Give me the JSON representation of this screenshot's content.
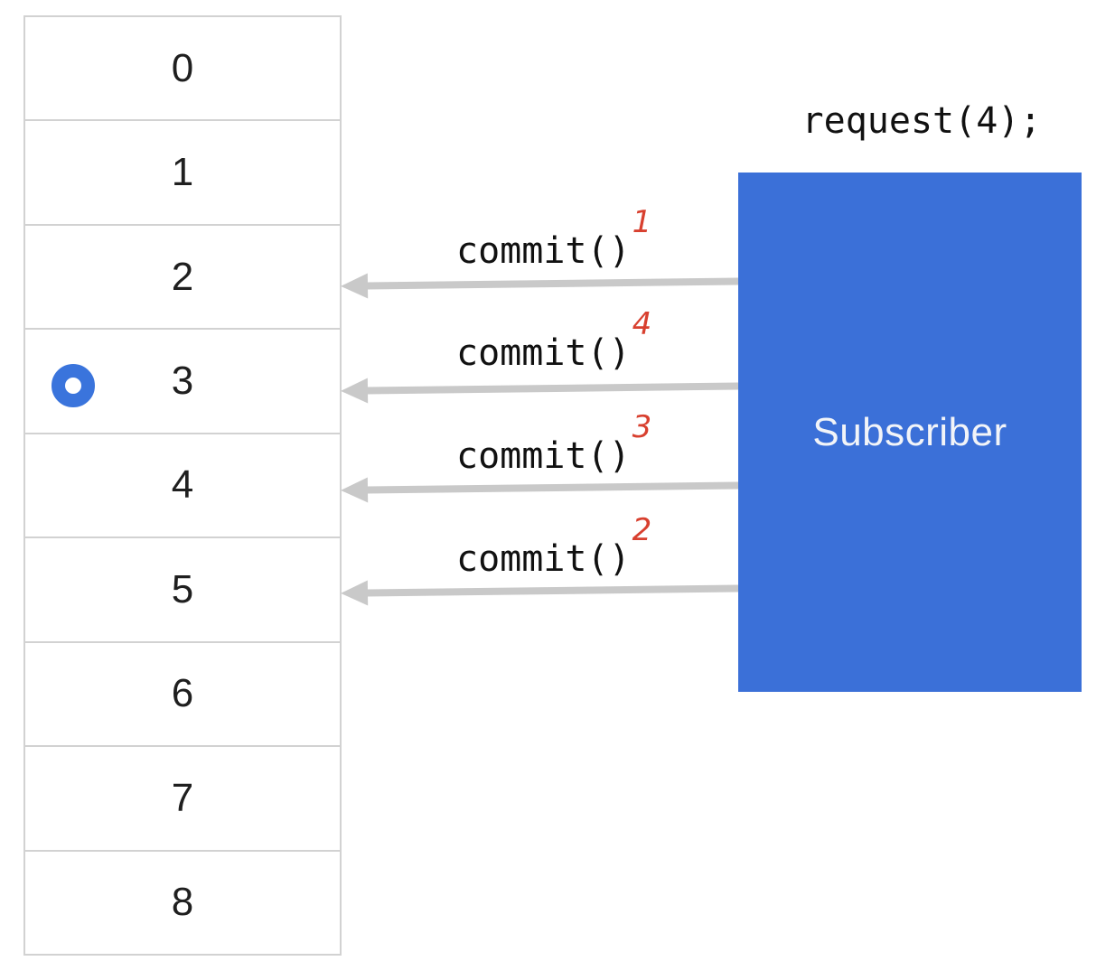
{
  "buffer": {
    "rows": [
      "0",
      "1",
      "2",
      "3",
      "4",
      "5",
      "6",
      "7",
      "8"
    ],
    "marker_row_index": 3
  },
  "subscriber": {
    "label": "Subscriber",
    "request_label": "request(4);"
  },
  "commits": [
    {
      "label": "commit()",
      "order": "1"
    },
    {
      "label": "commit()",
      "order": "4"
    },
    {
      "label": "commit()",
      "order": "3"
    },
    {
      "label": "commit()",
      "order": "2"
    }
  ],
  "colors": {
    "accent_blue": "#3b70d8",
    "marker_blue": "#3a74dc",
    "arrow_gray": "#c9c9c9",
    "order_red": "#d8402f",
    "border_gray": "#d2d2d2"
  }
}
